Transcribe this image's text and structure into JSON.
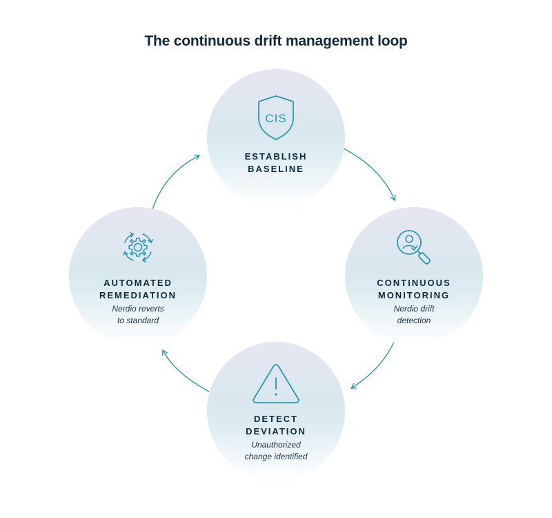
{
  "title": "The continuous drift management loop",
  "colors": {
    "accent": "#2a97ad",
    "text": "#0f2a3a",
    "circle_top": "#e6e6f2",
    "circle_mid": "#d9e8ee"
  },
  "nodes": {
    "baseline": {
      "icon": "cis-shield-icon",
      "icon_text": "CIS",
      "label_line1": "ESTABLISH",
      "label_line2": "BASELINE"
    },
    "monitoring": {
      "icon": "search-user-icon",
      "label_line1": "CONTINUOUS",
      "label_line2": "MONITORING",
      "desc_line1": "Nerdio drift",
      "desc_line2": "detection"
    },
    "detect": {
      "icon": "warning-triangle-icon",
      "label_line1": "DETECT",
      "label_line2": "DEVIATION",
      "desc_line1": "Unauthorized",
      "desc_line2": "change identified"
    },
    "remediation": {
      "icon": "gear-cycle-icon",
      "label_line1": "AUTOMATED",
      "label_line2": "REMEDIATION",
      "desc_line1": "Nerdio reverts",
      "desc_line2": "to standard"
    }
  }
}
